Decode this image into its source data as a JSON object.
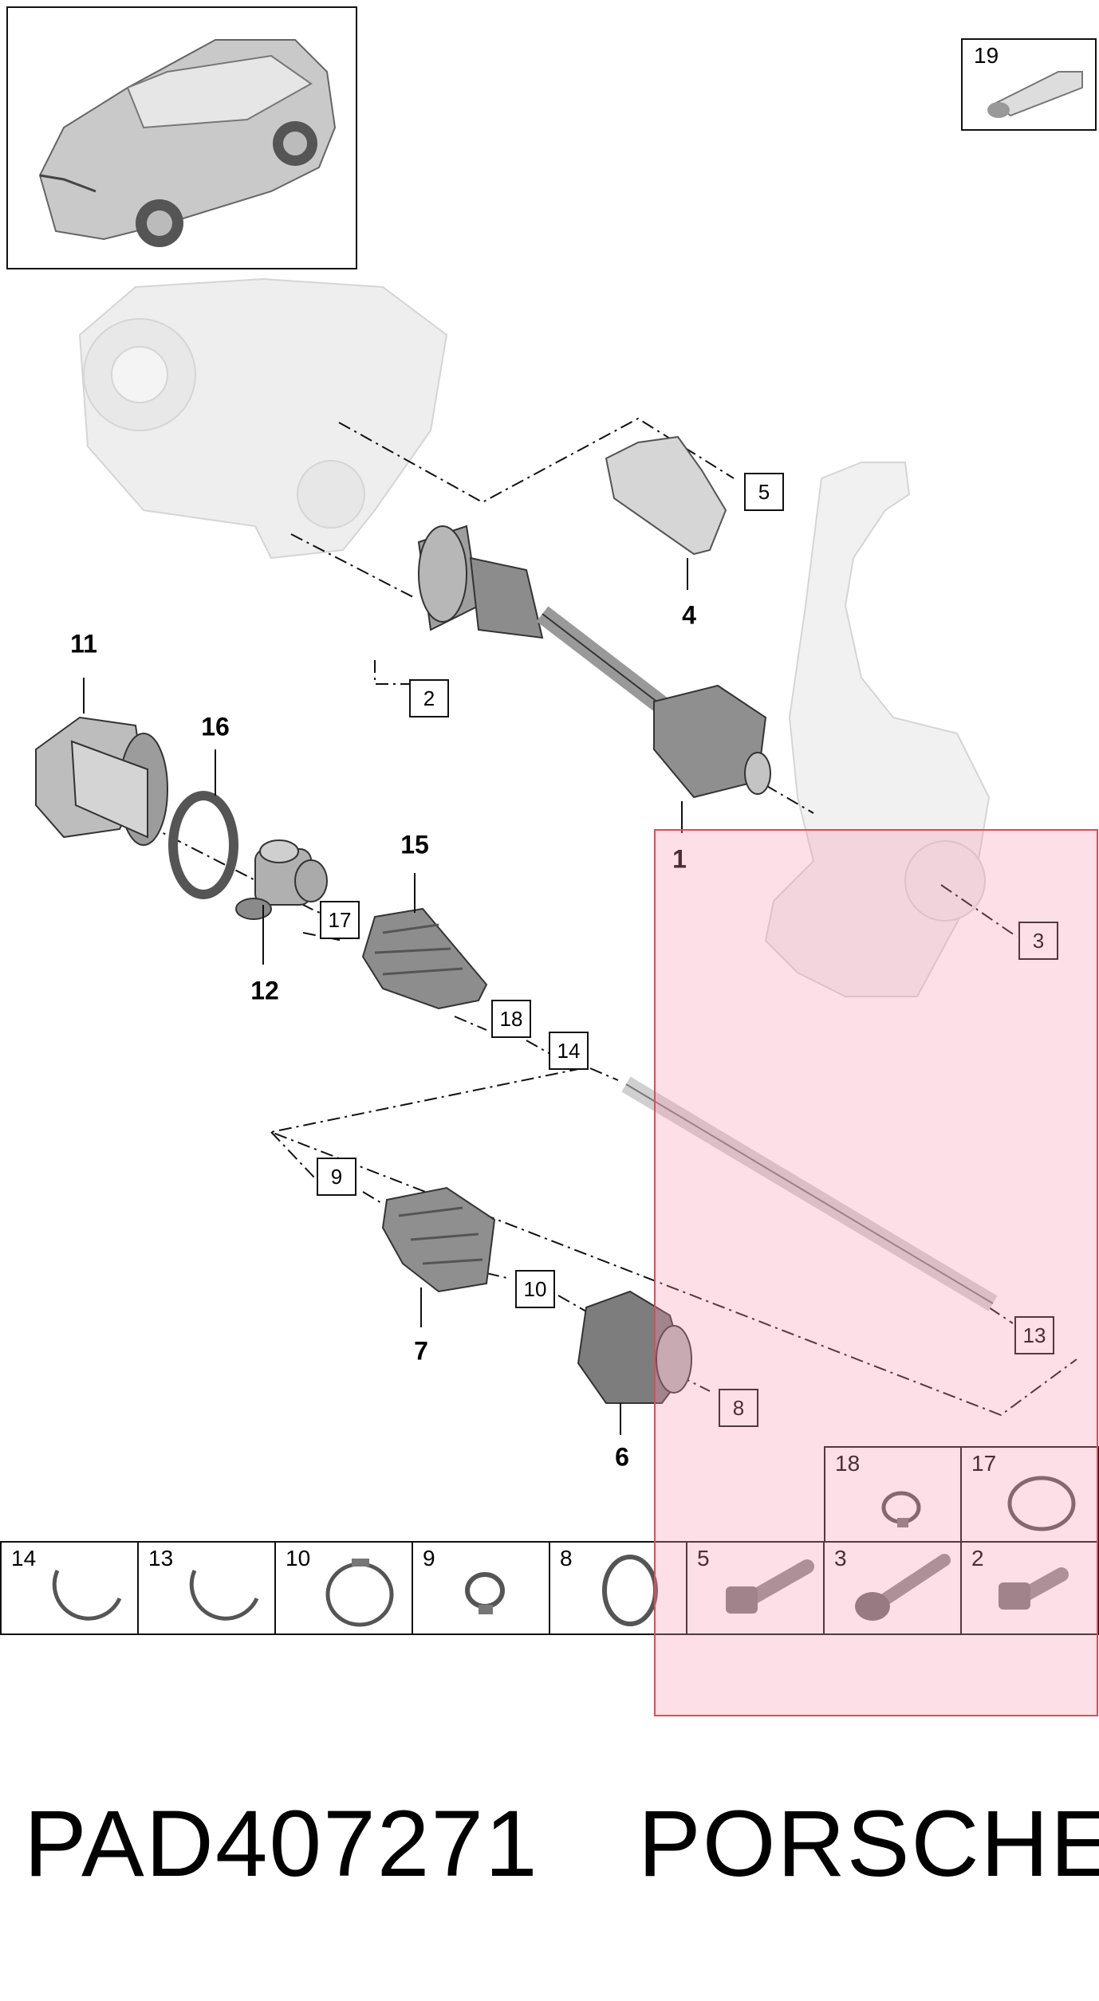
{
  "diagram": {
    "callouts": [
      "11",
      "16",
      "15",
      "12",
      "4",
      "1",
      "7",
      "6"
    ],
    "box_labels": [
      "5",
      "2",
      "17",
      "18",
      "14",
      "3",
      "9",
      "10",
      "13",
      "8"
    ]
  },
  "parts_table": {
    "top_row": [
      {
        "num": "18",
        "icon": "hose-clamp-icon"
      },
      {
        "num": "17",
        "icon": "band-clamp-icon"
      }
    ],
    "bottom_row": [
      {
        "num": "14",
        "icon": "circlip-icon"
      },
      {
        "num": "13",
        "icon": "circlip-icon"
      },
      {
        "num": "10",
        "icon": "band-clamp-icon"
      },
      {
        "num": "9",
        "icon": "hose-clamp-icon"
      },
      {
        "num": "8",
        "icon": "ring-icon"
      },
      {
        "num": "5",
        "icon": "bolt-icon"
      },
      {
        "num": "3",
        "icon": "flange-bolt-icon"
      },
      {
        "num": "2",
        "icon": "bolt-icon"
      }
    ]
  },
  "grease": {
    "num": "19",
    "icon": "grease-tube-icon"
  },
  "footer": {
    "part_code": "PAD407271",
    "brand": "PORSCHE"
  },
  "colors": {
    "highlight": "#f796af",
    "highlight_border": "#e04a5a",
    "part_gray": "#9a9a9a"
  }
}
